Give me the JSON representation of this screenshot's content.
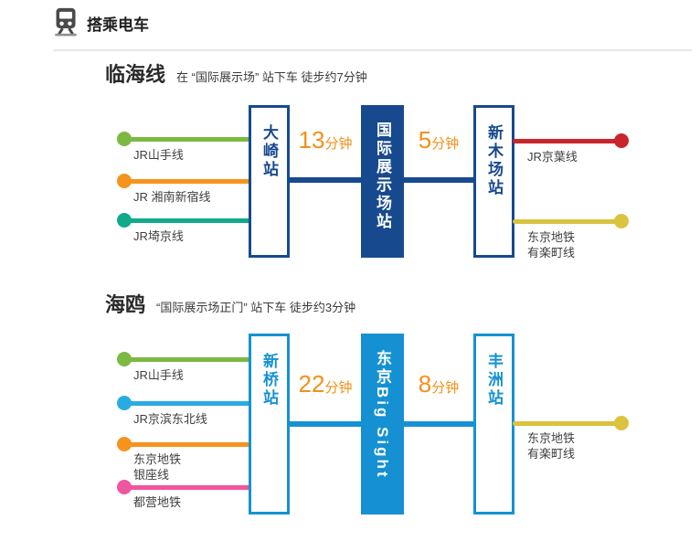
{
  "header": {
    "title": "搭乘电车",
    "icon": "train-icon"
  },
  "palette": {
    "duration_text": "#f39019",
    "heading_text": "#1f1f1f",
    "label_text": "#3f3f3f"
  },
  "sections": [
    {
      "line_name": "临海线",
      "subtitle": "在 “国际展示场” 站下车 徒步约7分钟",
      "theme": "#17498f",
      "from_station": "大崎站",
      "hub_station": "国际展示场站",
      "to_station": "新木场站",
      "durations": [
        {
          "num": "13",
          "unit": "分钟"
        },
        {
          "num": "5",
          "unit": "分钟"
        }
      ],
      "left_lines": [
        {
          "name": "JR山手线",
          "color": "#7cb942"
        },
        {
          "name": "JR 湘南新宿线",
          "color": "#f6931d"
        },
        {
          "name": "JR埼京线",
          "color": "#10a98c"
        }
      ],
      "right_lines": [
        {
          "name": "JR京葉线",
          "color": "#c9252c"
        },
        {
          "name": "东京地铁\n有楽町线",
          "color": "#d9c33f"
        }
      ]
    },
    {
      "line_name": "海鸥",
      "subtitle": "“国际展示场正门” 站下车 徒步约3分钟",
      "theme": "#1591d3",
      "from_station": "新桥站",
      "hub_station": "东京Big Sight",
      "to_station": "丰洲站",
      "durations": [
        {
          "num": "22",
          "unit": "分钟"
        },
        {
          "num": "8",
          "unit": "分钟"
        }
      ],
      "left_lines": [
        {
          "name": "JR山手线",
          "color": "#7cb942"
        },
        {
          "name": "JR京滨东北线",
          "color": "#29abe2"
        },
        {
          "name": "东京地铁\n银座线",
          "color": "#f6931d"
        },
        {
          "name": "都营地铁",
          "color": "#f0559f"
        }
      ],
      "right_lines": [
        {
          "name": "东京地铁\n有楽町线",
          "color": "#d9c33f"
        }
      ]
    }
  ]
}
